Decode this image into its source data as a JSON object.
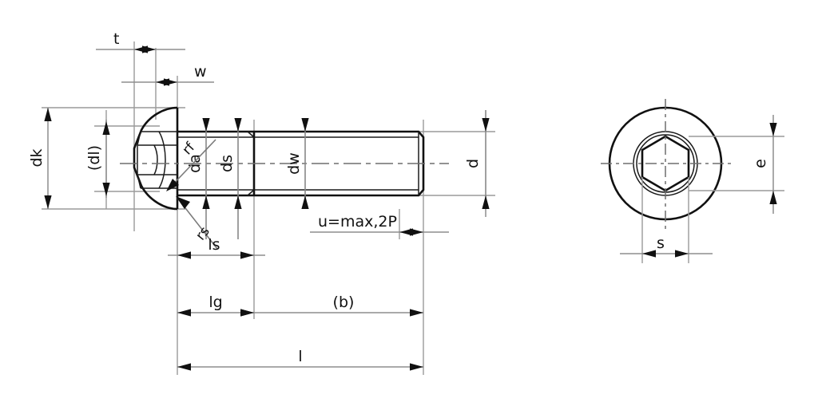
{
  "drawing": {
    "title": "Hexagon socket button head screw - dimension diagram",
    "type": "engineering-dimension-drawing",
    "background_color": "#ffffff",
    "line_color": "#111111",
    "dimension_line_color": "#8d8d8d",
    "views": [
      {
        "name": "side-view",
        "description": "Side elevation of button head socket screw"
      },
      {
        "name": "end-view",
        "description": "End view showing hexagon socket"
      }
    ],
    "labels": {
      "t": "t",
      "w": "w",
      "dk": "dk",
      "dl": "(dl)",
      "rf": "rf",
      "da": "da",
      "ds": "ds",
      "dw": "dw",
      "d": "d",
      "rs": "rs",
      "ls": "ls",
      "u": "u=max,2P",
      "lg": "lg",
      "b": "(b)",
      "l": "l",
      "e": "e",
      "s": "s"
    }
  }
}
